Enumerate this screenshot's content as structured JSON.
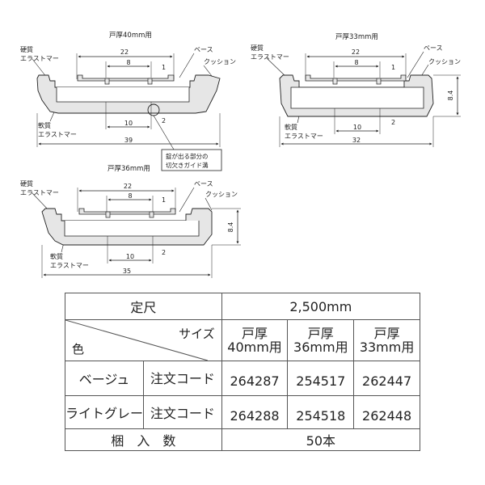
{
  "diagram_40": {
    "title": "戸厚40mm用",
    "hard_1": "硬質",
    "hard_2": "エラストマー",
    "base": "ベース",
    "cushion": "クッション",
    "soft_1": "軟質",
    "soft_2": "エラストマー",
    "dim_22": "22",
    "dim_8": "8",
    "dim_1": "1",
    "dim_10": "10",
    "dim_2": "2",
    "dim_39": "39",
    "note_1": "錠が出る部分の",
    "note_2": "切欠きガイド溝"
  },
  "diagram_33": {
    "title": "戸厚33mm用",
    "hard_1": "硬質",
    "hard_2": "エラストマー",
    "base": "ベース",
    "cushion": "クッション",
    "soft_1": "軟質",
    "soft_2": "エラストマー",
    "dim_22": "22",
    "dim_8": "8",
    "dim_1": "1",
    "dim_10": "10",
    "dim_2": "2",
    "dim_32": "32",
    "dim_84": "8.4"
  },
  "diagram_36": {
    "title": "戸厚36mm用",
    "hard_1": "硬質",
    "hard_2": "エラストマー",
    "base": "ベース",
    "cushion": "クッション",
    "soft_1": "軟質",
    "soft_2": "エラストマー",
    "dim_22": "22",
    "dim_8": "8",
    "dim_1": "1",
    "dim_10": "10",
    "dim_2": "2",
    "dim_35": "35",
    "dim_84": "8.4"
  },
  "table": {
    "length_label": "定尺",
    "length_value": "2,500mm",
    "size_label": "サイズ",
    "color_label": "色",
    "sizes": [
      {
        "line1": "戸厚",
        "line2": "40mm用"
      },
      {
        "line1": "戸厚",
        "line2": "36mm用"
      },
      {
        "line1": "戸厚",
        "line2": "33mm用"
      }
    ],
    "order_code_label": "注文コード",
    "rows": [
      {
        "color": "ベージュ",
        "codes": [
          "264287",
          "254517",
          "262447"
        ]
      },
      {
        "color": "ライトグレー",
        "codes": [
          "264288",
          "254518",
          "262448"
        ]
      }
    ],
    "pack_label": "梱　入　数",
    "pack_value": "50本"
  },
  "colors": {
    "profile_fill": "#e6e6e6",
    "line": "#222222",
    "code_blue": "#1c6fb5"
  }
}
